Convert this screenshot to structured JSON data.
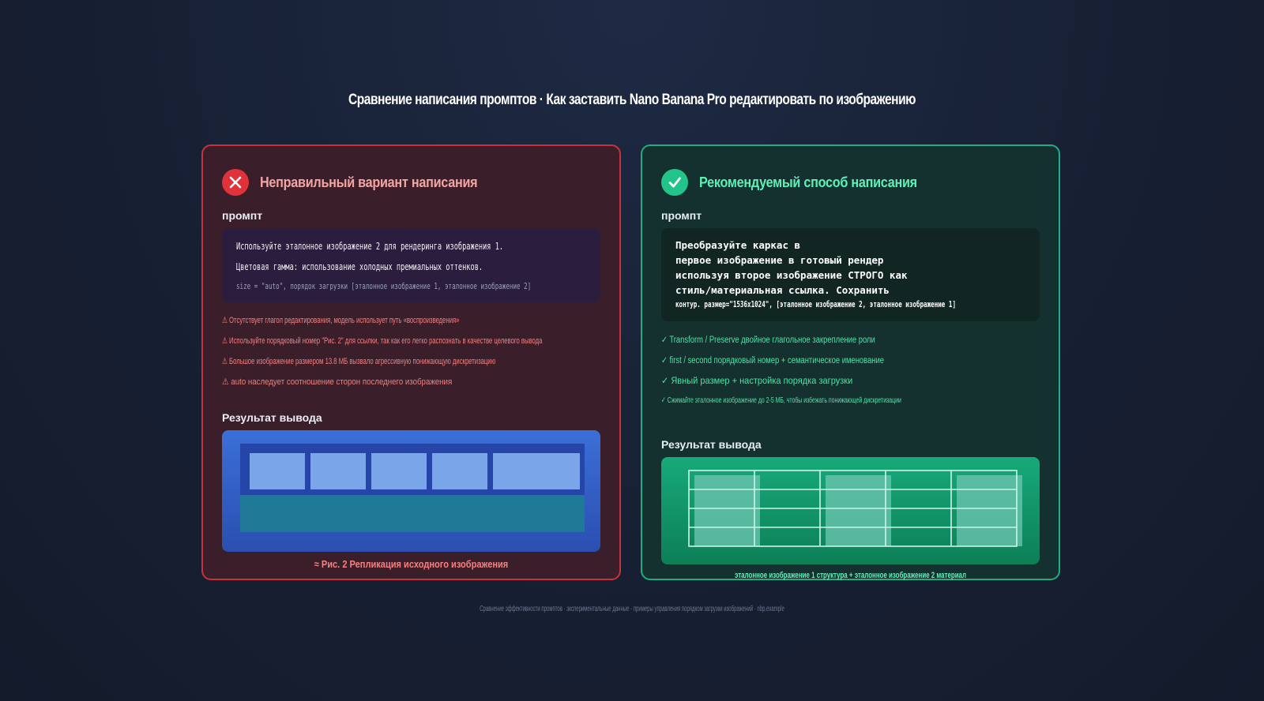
{
  "page_title": "Сравнение написания промптов · Как заставить Nano Banana Pro редактировать по изображению",
  "colors": {
    "wrong_accent": "#e0323a",
    "right_accent": "#22c48a",
    "background": "#172033"
  },
  "wrong": {
    "icon": "x-icon",
    "title": "Неправильный вариант написания",
    "prompt_label": "промпт",
    "prompt_lines": [
      "Используйте эталонное изображение 2 для рендеринга изображения 1.",
      "Цветовая гамма: использование холодных премиальных оттенков.",
      "size = \"auto\", порядок загрузки [эталонное изображение 1, эталонное изображение 2]"
    ],
    "notes": [
      "⚠ Отсутствует глагол редактирования, модель использует путь «воспроизведения»",
      "⚠ Используйте порядковый номер \"Рис. 2\" для ссылки, так как его легко распознать в качестве целевого вывода",
      "⚠ Большое изображение размером 13.8 МБ вызвало агрессивную понижающую дискретизацию",
      "⚠ auto наследует соотношение сторон последнего изображения"
    ],
    "output_label": "Результат вывода",
    "caption": "≈ Рис. 2 Репликация исходного изображения"
  },
  "right": {
    "icon": "check-icon",
    "title": "Рекомендуемый способ написания",
    "prompt_label": "промпт",
    "prompt_lines": [
      "Преобразуйте каркас в",
      "первое изображение в готовый рендер",
      "используя второе изображение СТРОГО как",
      "стиль/материальная ссылка. Сохранить",
      "контур. размер=\"1536x1024\", [эталонное изображение 2, эталонное изображение 1]"
    ],
    "notes": [
      "✓ Transform / Preserve двойное глагольное закрепление роли",
      "✓ first / second порядковый номер + семантическое именование",
      "✓ Явный размер + настройка порядка загрузки",
      "✓ Сжимайте эталонное изображение до 2-5 МБ, чтобы избежать понижающей дискретизации"
    ],
    "output_label": "Результат вывода",
    "caption": "эталонное изображение 1 структура + эталонное изображение 2 материал"
  },
  "footer": "Сравнение эффективности промптов · экспериментальные данные · примеры управления порядком загрузки изображений · nbp.example"
}
